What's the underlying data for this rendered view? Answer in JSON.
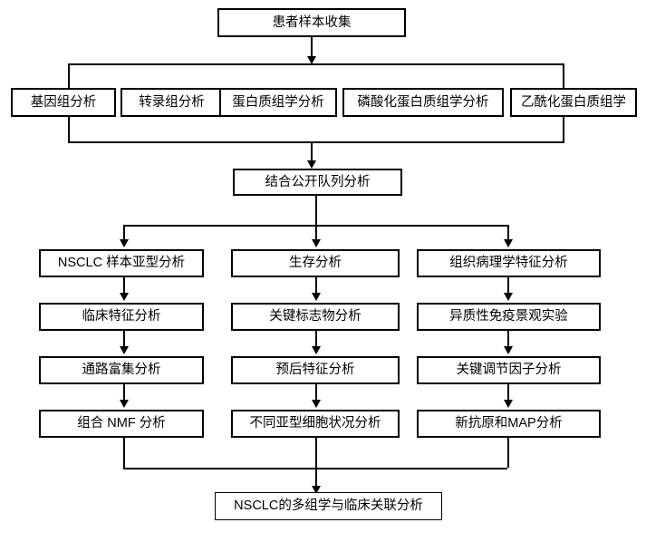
{
  "diagram": {
    "title": "NSCLC multi-omics analysis workflow flowchart",
    "stroke_color": "#000000",
    "background_color": "#ffffff",
    "nodes": {
      "top": "患者样本收集",
      "omics": [
        "基因组分析",
        "转录组分析",
        "蛋白质组学分析",
        "磷酸化蛋白质组学分析",
        "乙酰化蛋白质组学"
      ],
      "cohort": "结合公开队列分析",
      "columns": [
        {
          "id": "left",
          "steps": [
            "NSCLC 样本亚型分析",
            "临床特征分析",
            "通路富集分析",
            "组合 NMF 分析"
          ]
        },
        {
          "id": "middle",
          "steps": [
            "生存分析",
            "关键标志物分析",
            "预后特征分析",
            "不同亚型细胞状况分析"
          ]
        },
        {
          "id": "right",
          "steps": [
            "组织病理学特征分析",
            "异质性免疫景观实验",
            "关键调节因子分析",
            "新抗原和MAP分析"
          ]
        }
      ],
      "bottom": "NSCLC的多组学与临床关联分析"
    }
  }
}
